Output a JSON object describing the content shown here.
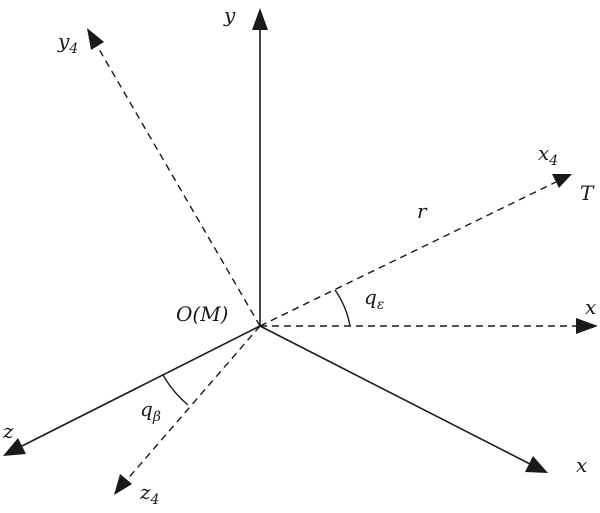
{
  "diagram": {
    "axes": {
      "y": "y",
      "x": "x",
      "z": "z",
      "x_lower": "x",
      "y4_base": "y",
      "y4_sub": "4",
      "x4_base": "x",
      "x4_sub": "4",
      "z4_base": "z",
      "z4_sub": "4"
    },
    "points": {
      "origin": "O(M)",
      "target": "T"
    },
    "labels": {
      "range": "r",
      "q_epsilon_base": "q",
      "q_epsilon_sub": "ε",
      "q_beta_base": "q",
      "q_beta_sub": "β"
    },
    "colors": {
      "ink": "#1a1a1a",
      "background": "#ffffff"
    }
  }
}
